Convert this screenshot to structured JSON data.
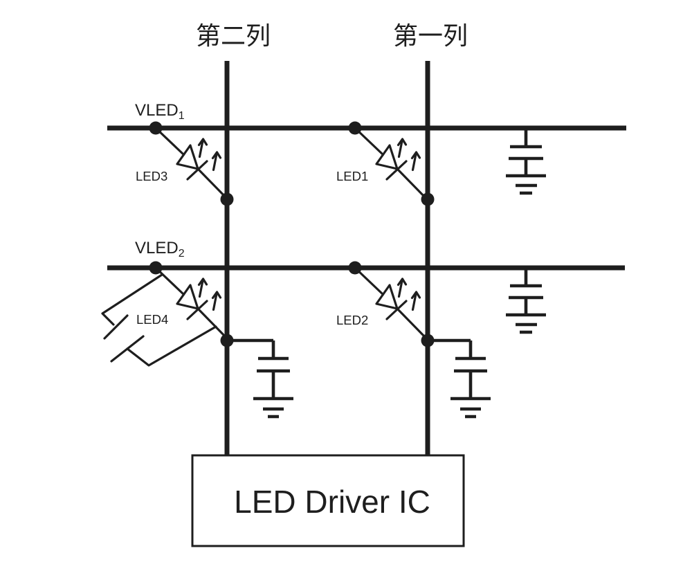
{
  "diagram": {
    "background_color": "#ffffff",
    "line_color": "#1e1e1e",
    "column_headers": {
      "second": "第二列",
      "first": "第一列"
    },
    "supply_labels": {
      "vled1": {
        "base": "VLED",
        "sub": "1"
      },
      "vled2": {
        "base": "VLED",
        "sub": "2"
      }
    },
    "leds": {
      "led1": "LED1",
      "led2": "LED2",
      "led3": "LED3",
      "led4": "LED4"
    },
    "driver": {
      "label": "LED Driver IC"
    }
  }
}
